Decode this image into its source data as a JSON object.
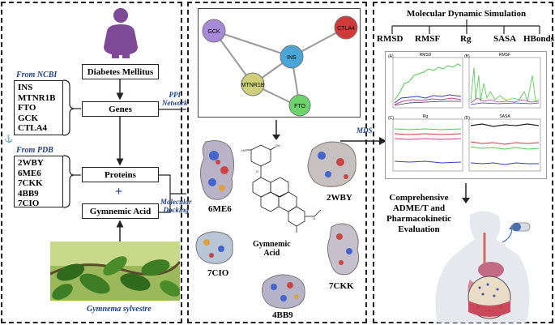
{
  "left": {
    "diabetes_label": "Diabetes Mellitus",
    "genes_label": "Genes",
    "proteins_label": "Proteins",
    "gymnemic_label": "Gymnemic Acid",
    "plus": "+",
    "from_ncbi": "From NCBI",
    "ncbi_genes": [
      "INS",
      "MTNR1B",
      "FTO",
      "GCK",
      "CTLA4"
    ],
    "from_pdb": "From PDB",
    "pdb_ids": [
      "2WBY",
      "6ME6",
      "7CKK",
      "4BB9",
      "7CIO"
    ],
    "plant_caption": "Gymnema sylvestre",
    "ppi_network": [
      "PPI",
      "Network"
    ],
    "molecular_docking": [
      "Molecular",
      "Docking"
    ]
  },
  "middle": {
    "nodes": [
      "GCK",
      "CTLA4",
      "INS",
      "MTNR1B",
      "FTO"
    ],
    "proteins": [
      "6ME6",
      "2WBY",
      "7CIO",
      "7CKK",
      "4BB9"
    ],
    "ligand_label": [
      "Gymnemic",
      "Acid"
    ],
    "mds_label": "MDS"
  },
  "right": {
    "title": "Molecular Dynamic Simulation",
    "metrics": [
      "RMSD",
      "RMSF",
      "Rg",
      "SASA",
      "HBonds"
    ],
    "plot_titles": [
      "RMSD",
      "RMSF",
      "Rg",
      "SASA"
    ],
    "plot_tags": [
      "(A)",
      "(B)",
      "(C)",
      "(D)"
    ],
    "admet_text": [
      "Comprehensive",
      "ADME/T and",
      "Pharmacokinetic",
      "Evaluation"
    ]
  },
  "colors": {
    "node_gck": "#a78bd8",
    "node_ctla4": "#d23a3a",
    "node_ins": "#4aa6d8",
    "node_mtnr1b": "#cfcf7a",
    "node_fto": "#6dd36d",
    "label_blue": "#1e3f8a"
  }
}
